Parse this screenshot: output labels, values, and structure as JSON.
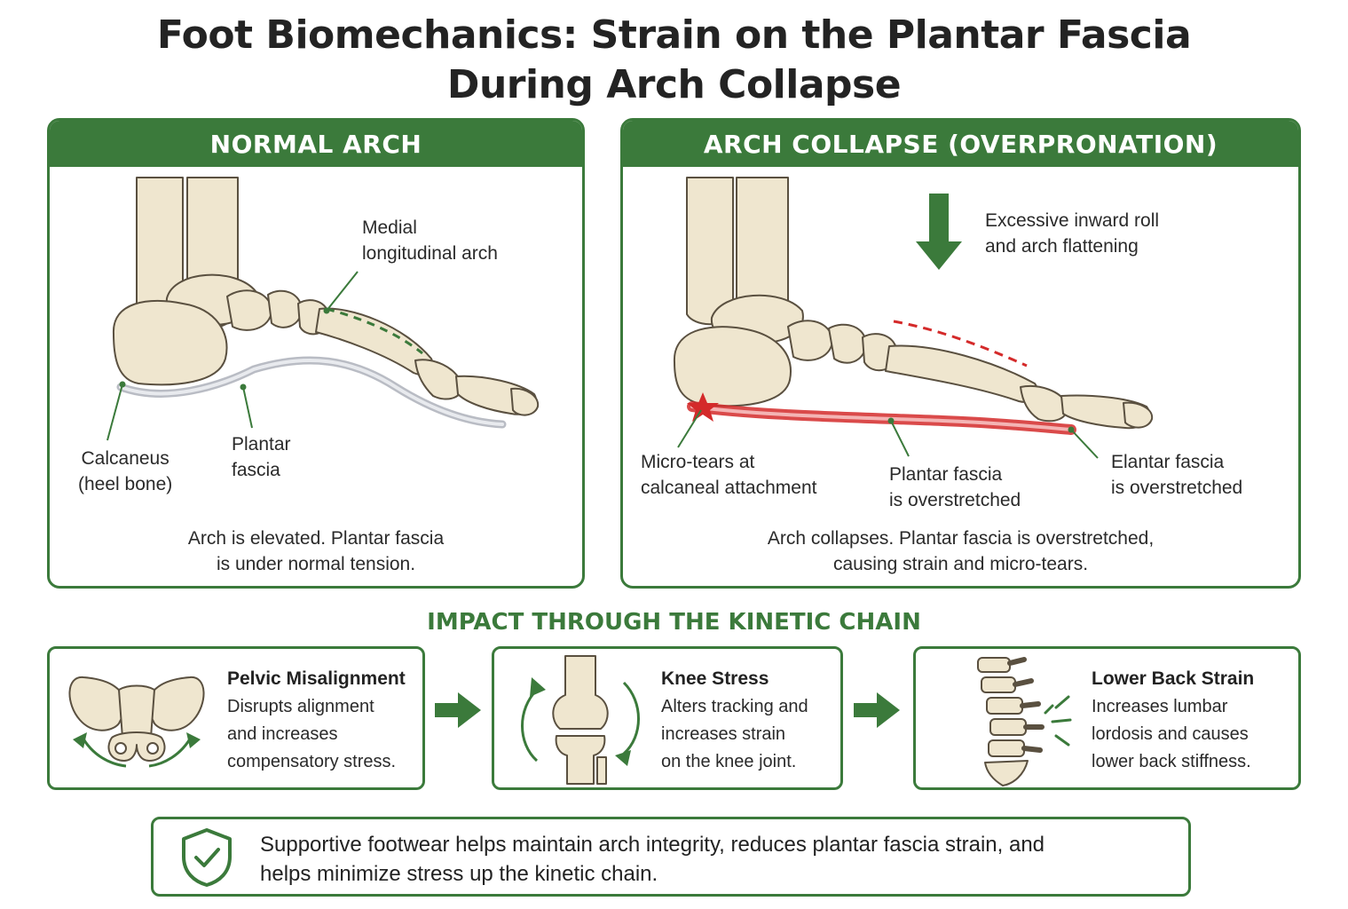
{
  "title_line1": "Foot Biomechanics: Strain on the Plantar Fascia",
  "title_line2": "During Arch Collapse",
  "normal": {
    "header": "NORMAL ARCH",
    "label_arch_1": "Medial",
    "label_arch_2": "longitudinal arch",
    "label_calc_1": "Calcaneus",
    "label_calc_2": "(heel bone)",
    "label_pf_1": "Plantar",
    "label_pf_2": "fascia",
    "caption_1": "Arch is elevated. Plantar fascia",
    "caption_2": "is under normal tension."
  },
  "collapse": {
    "header": "ARCH COLLAPSE (OVERPRONATION)",
    "label_roll_1": "Excessive inward roll",
    "label_roll_2": "and arch flattening",
    "label_tears_1": "Micro-tears at",
    "label_tears_2": "calcaneal attachment",
    "label_pf_1": "Plantar fascia",
    "label_pf_2": "is overstretched",
    "label_ef_1": "Elantar fascia",
    "label_ef_2": "is overstretched",
    "caption_1": "Arch collapses. Plantar fascia is overstretched,",
    "caption_2": "causing strain and micro-tears."
  },
  "kinetic_title": "IMPACT THROUGH THE KINETIC CHAIN",
  "cards": [
    {
      "title": "Pelvic Misalignment",
      "desc1": "Disrupts alignment",
      "desc2": "and increases",
      "desc3": "compensatory stress."
    },
    {
      "title": "Knee Stress",
      "desc1": "Alters tracking and",
      "desc2": "increases strain",
      "desc3": "on the knee joint."
    },
    {
      "title": "Lower Back Strain",
      "desc1": "Increases lumbar",
      "desc2": "lordosis and causes",
      "desc3": "lower back stiffness."
    }
  ],
  "note_line1": "Supportive footwear helps maintain arch integrity, reduces plantar fascia strain, and",
  "note_line2": "helps minimize stress up the kinetic chain.",
  "colors": {
    "brand_green": "#3b7a3b",
    "bone": "#efe6cf",
    "strain_red": "#d42a2a"
  }
}
